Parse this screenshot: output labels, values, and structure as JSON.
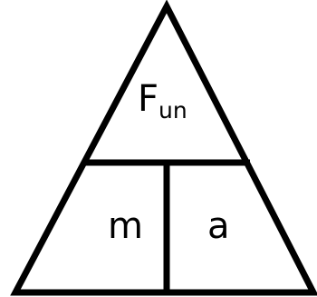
{
  "top": {
    "base": "F",
    "subscript": "un"
  },
  "bottom_left": {
    "label": "m"
  },
  "bottom_right": {
    "label": "a"
  }
}
